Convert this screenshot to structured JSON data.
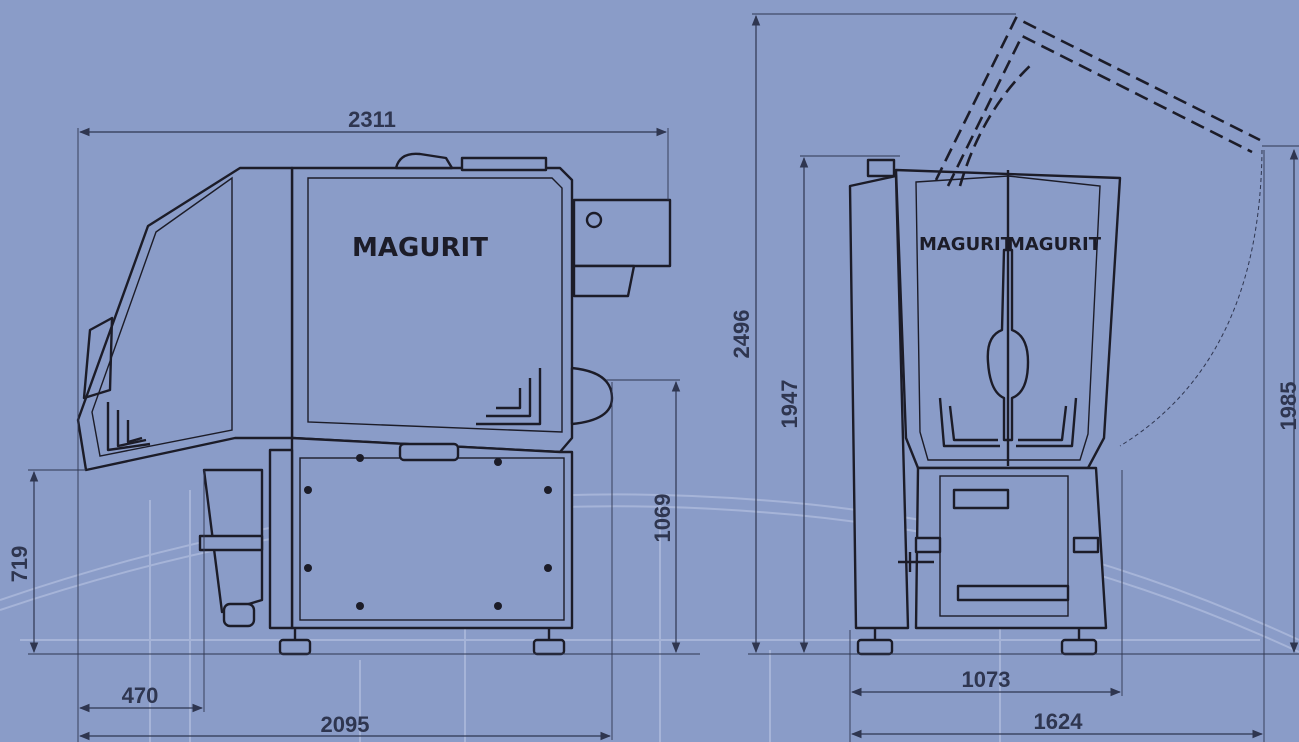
{
  "brand": {
    "side_label": "MAGURIT",
    "front_label_left": "MAGURIT",
    "front_label_right": "MAGURIT"
  },
  "dimensions": {
    "overall_length_top": "2311",
    "overall_length_bottom": "2095",
    "rear_offset": "470",
    "left_height": "719",
    "outlet_height": "1069",
    "total_height_lid_open": "2496",
    "height_closed": "1947",
    "front_width": "1073",
    "overall_width": "1624",
    "lid_swing_height": "1985"
  },
  "colors": {
    "background": "#8a9cc8",
    "line": "#1c1c28",
    "dimension_text": "#2f3650"
  }
}
